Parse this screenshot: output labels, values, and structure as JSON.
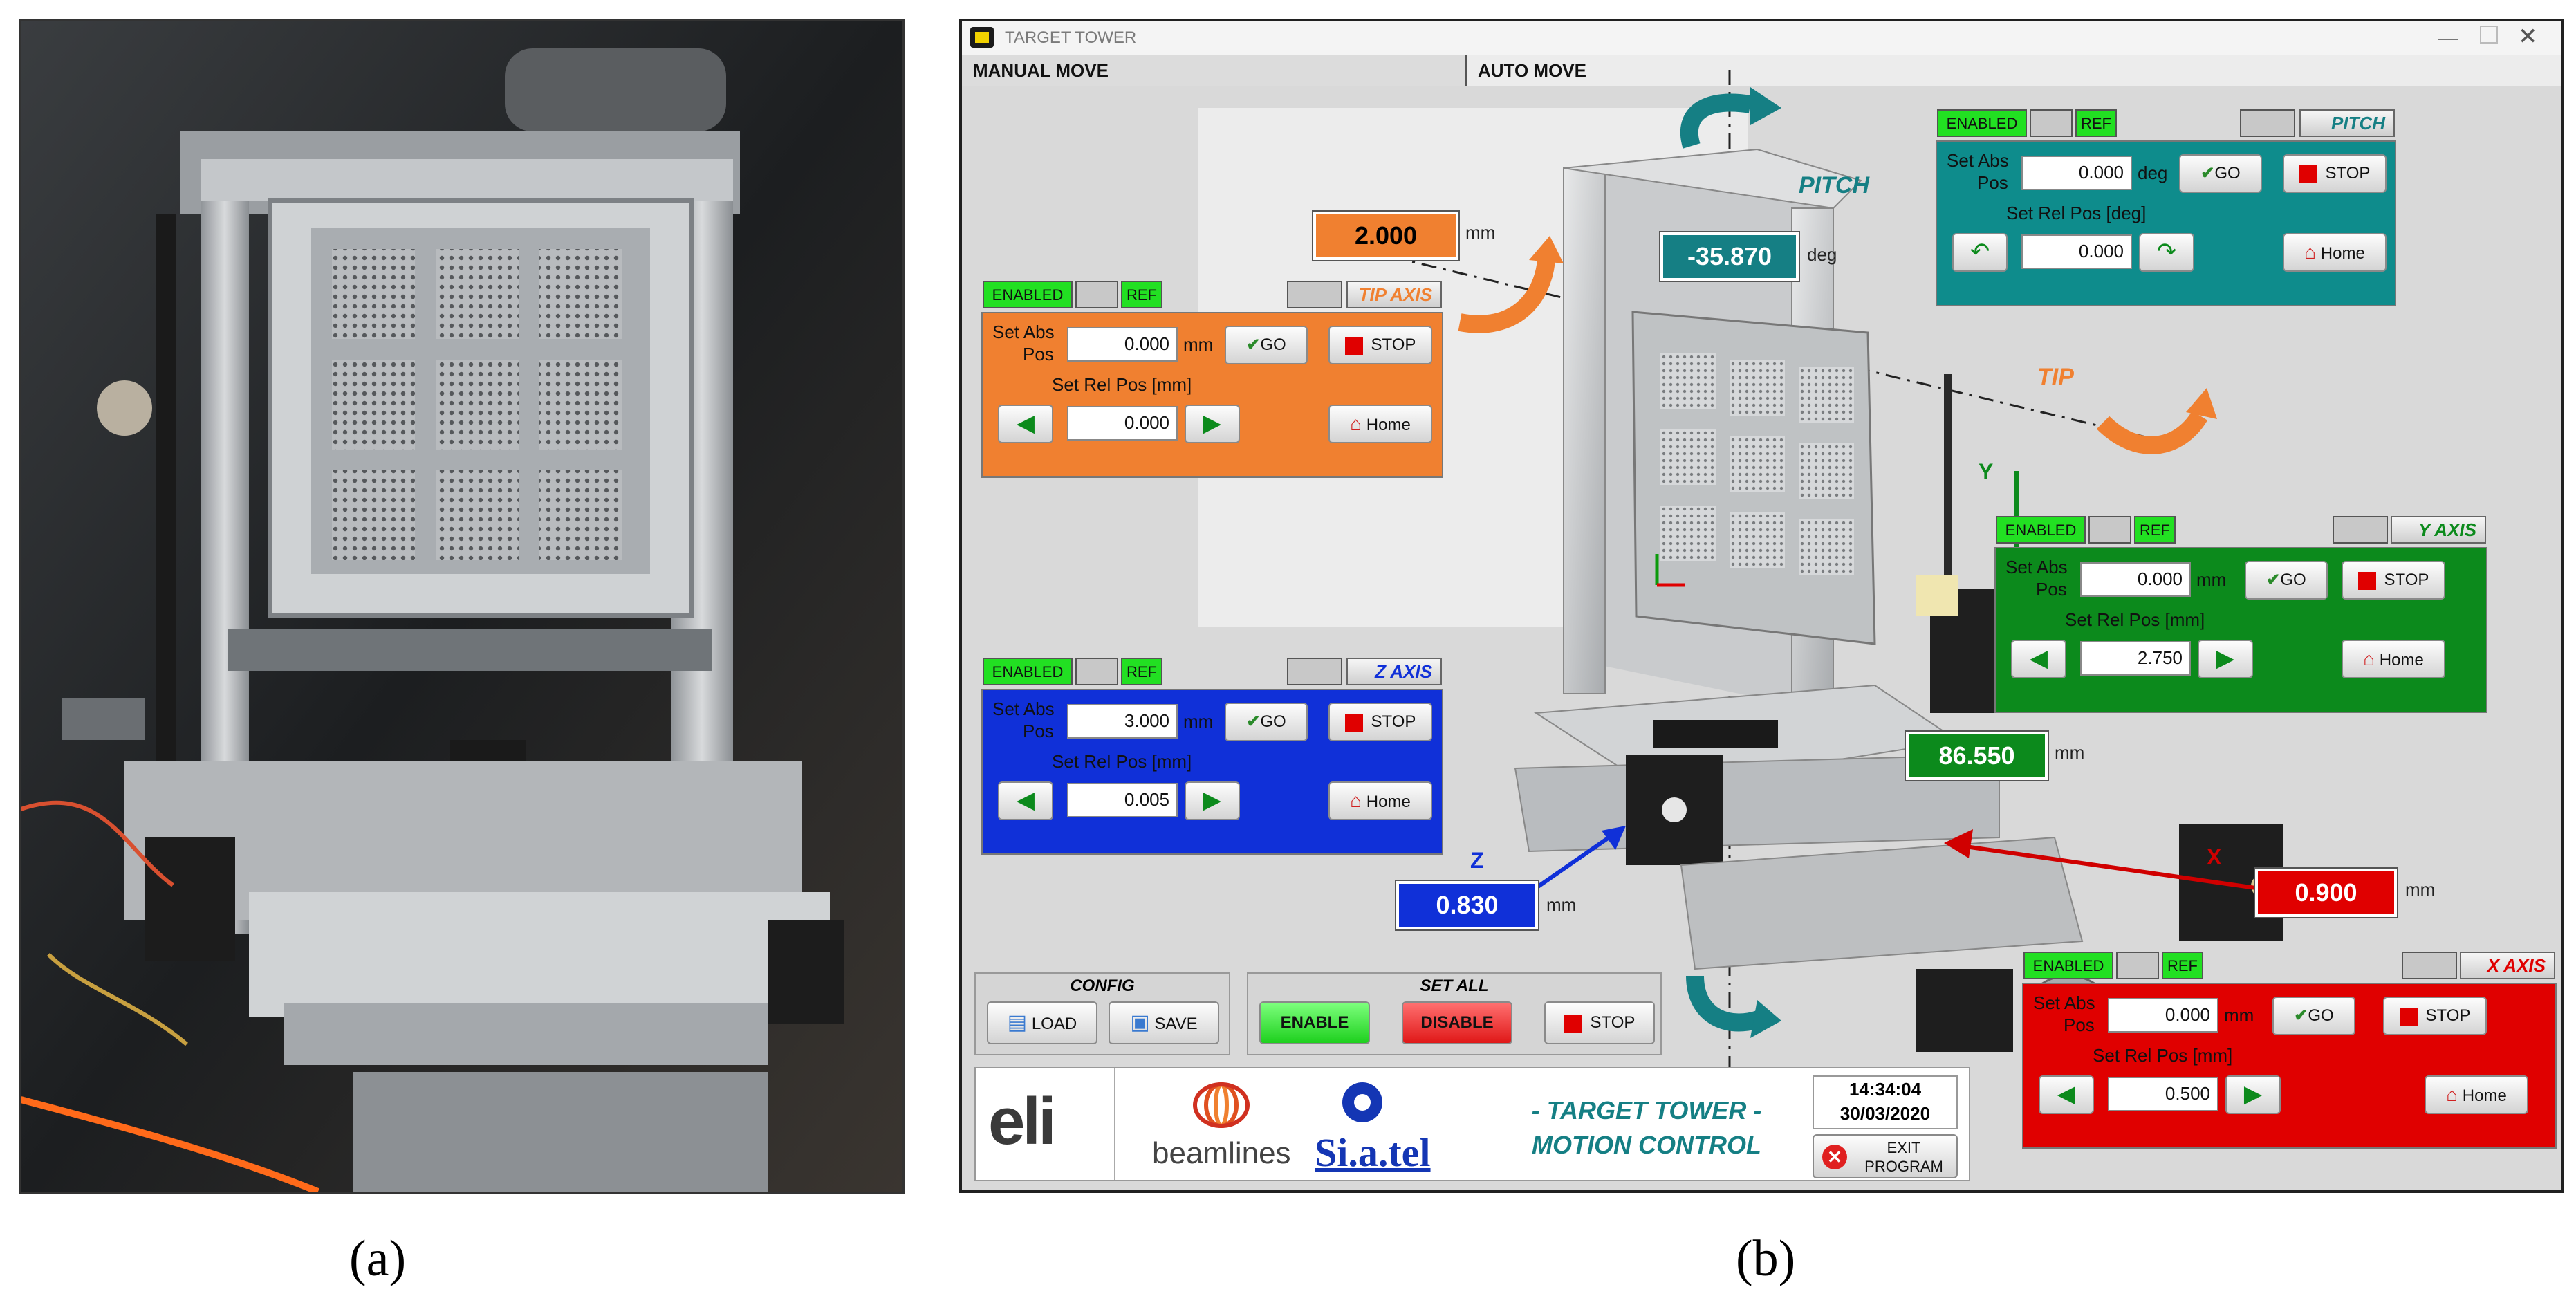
{
  "captions": {
    "a": "(a)",
    "b": "(b)"
  },
  "window": {
    "title": "TARGET TOWER",
    "tabs": [
      "MANUAL MOVE",
      "AUTO MOVE"
    ]
  },
  "status": {
    "enabled": "ENABLED",
    "ref": "REF"
  },
  "labels": {
    "set_abs": "Set Abs",
    "pos": "Pos",
    "set_rel_mm": "Set Rel Pos [mm]",
    "set_rel_deg": "Set Rel Pos [deg]",
    "mm": "mm",
    "deg": "deg",
    "go": "GO",
    "stop": "STOP",
    "home": "Home"
  },
  "axes": {
    "pitch": {
      "name": "PITCH",
      "abs": "0.000",
      "rel": "0.000",
      "color": "#0e8c8c"
    },
    "tip": {
      "name": "TIP AXIS",
      "abs": "0.000",
      "rel": "0.000",
      "color": "#f08030"
    },
    "z": {
      "name": "Z AXIS",
      "abs": "3.000",
      "rel": "0.005",
      "color": "#1030d8"
    },
    "y": {
      "name": "Y AXIS",
      "abs": "0.000",
      "rel": "2.750",
      "color": "#0c8a1c"
    },
    "x": {
      "name": "X AXIS",
      "abs": "0.000",
      "rel": "0.500",
      "color": "#e00000"
    }
  },
  "readouts": {
    "tip": "2.000",
    "pitch": "-35.870",
    "y": "86.550",
    "x": "0.900",
    "z": "0.830"
  },
  "diagram_labels": {
    "pitch": "PITCH",
    "tip": "TIP",
    "x": "X",
    "y": "Y",
    "z": "Z"
  },
  "config": {
    "title": "CONFIG",
    "load": "LOAD",
    "save": "SAVE"
  },
  "set_all": {
    "title": "SET ALL",
    "enable": "ENABLE",
    "disable": "DISABLE",
    "stop": "STOP"
  },
  "footer": {
    "eli": "eli",
    "beamlines": "beamlines",
    "siatel": "Si.a.tel",
    "app_line1": "- TARGET TOWER -",
    "app_line2": "MOTION CONTROL",
    "time": "14:34:04",
    "date": "30/03/2020",
    "exit1": "EXIT",
    "exit2": "PROGRAM"
  }
}
